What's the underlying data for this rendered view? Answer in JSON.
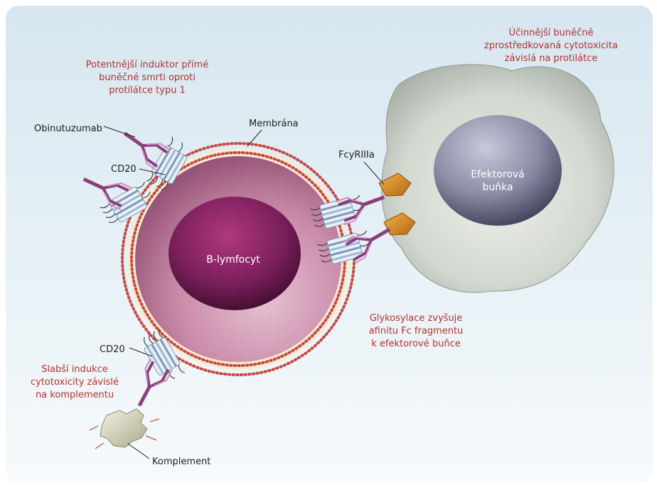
{
  "annotations": {
    "potent": [
      "Potentnější induktor přímé",
      "buněčné smrti oproti",
      "protilátce typu 1"
    ],
    "adcc": [
      "Účinnější buněčně",
      "zprostředkovaná cytotoxicita",
      "závislá na protilátce"
    ],
    "glyco": [
      "Glykosylace zvyšuje",
      "afinitu Fc fragmentu",
      "k efektorové buňce"
    ],
    "cdc": [
      "Slabší indukce",
      "cytotoxicity závislé",
      "na komplementu"
    ]
  },
  "labels": {
    "obinutuzumab": "Obinutuzumab",
    "membrane": "Membrána",
    "cd20_top": "CD20",
    "cd20_bottom": "CD20",
    "fcgr": "FcyRIIIa",
    "complement": "Komplement",
    "b_cell": "B-lymfocyt",
    "effector": [
      "Efektorová",
      "buňka"
    ]
  },
  "colors": {
    "annotation_text": "#b5322c",
    "b_cell_cytoplasm": "#c98aa8",
    "b_cell_nucleus": "#7a1f5c",
    "effector_nucleus": "#8a8ea6",
    "effector_body": "#c3c9c4",
    "antibody": "#8a3f7e",
    "receptor": "#d48a1e",
    "cd20": "#9fb8d4"
  }
}
